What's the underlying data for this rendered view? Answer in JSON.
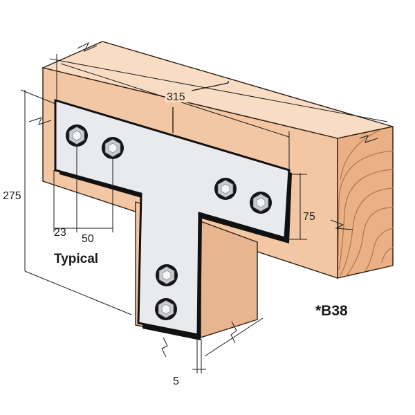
{
  "dimensions": {
    "width": "315",
    "height": "275",
    "flange_depth": "75",
    "edge_distance": "23",
    "bolt_spacing": "50",
    "thickness": "5"
  },
  "labels": {
    "typical": "Typical",
    "product_code": "*B38"
  },
  "colors": {
    "timber": "#f4c7a4",
    "timber_end": "#eab187",
    "timber_shade": "#e7b590",
    "steel": "#e8eaee",
    "plate_outline": "#111111",
    "bolt": "#c9ccd1"
  },
  "icons": [
    "hex-bolt-icon"
  ]
}
